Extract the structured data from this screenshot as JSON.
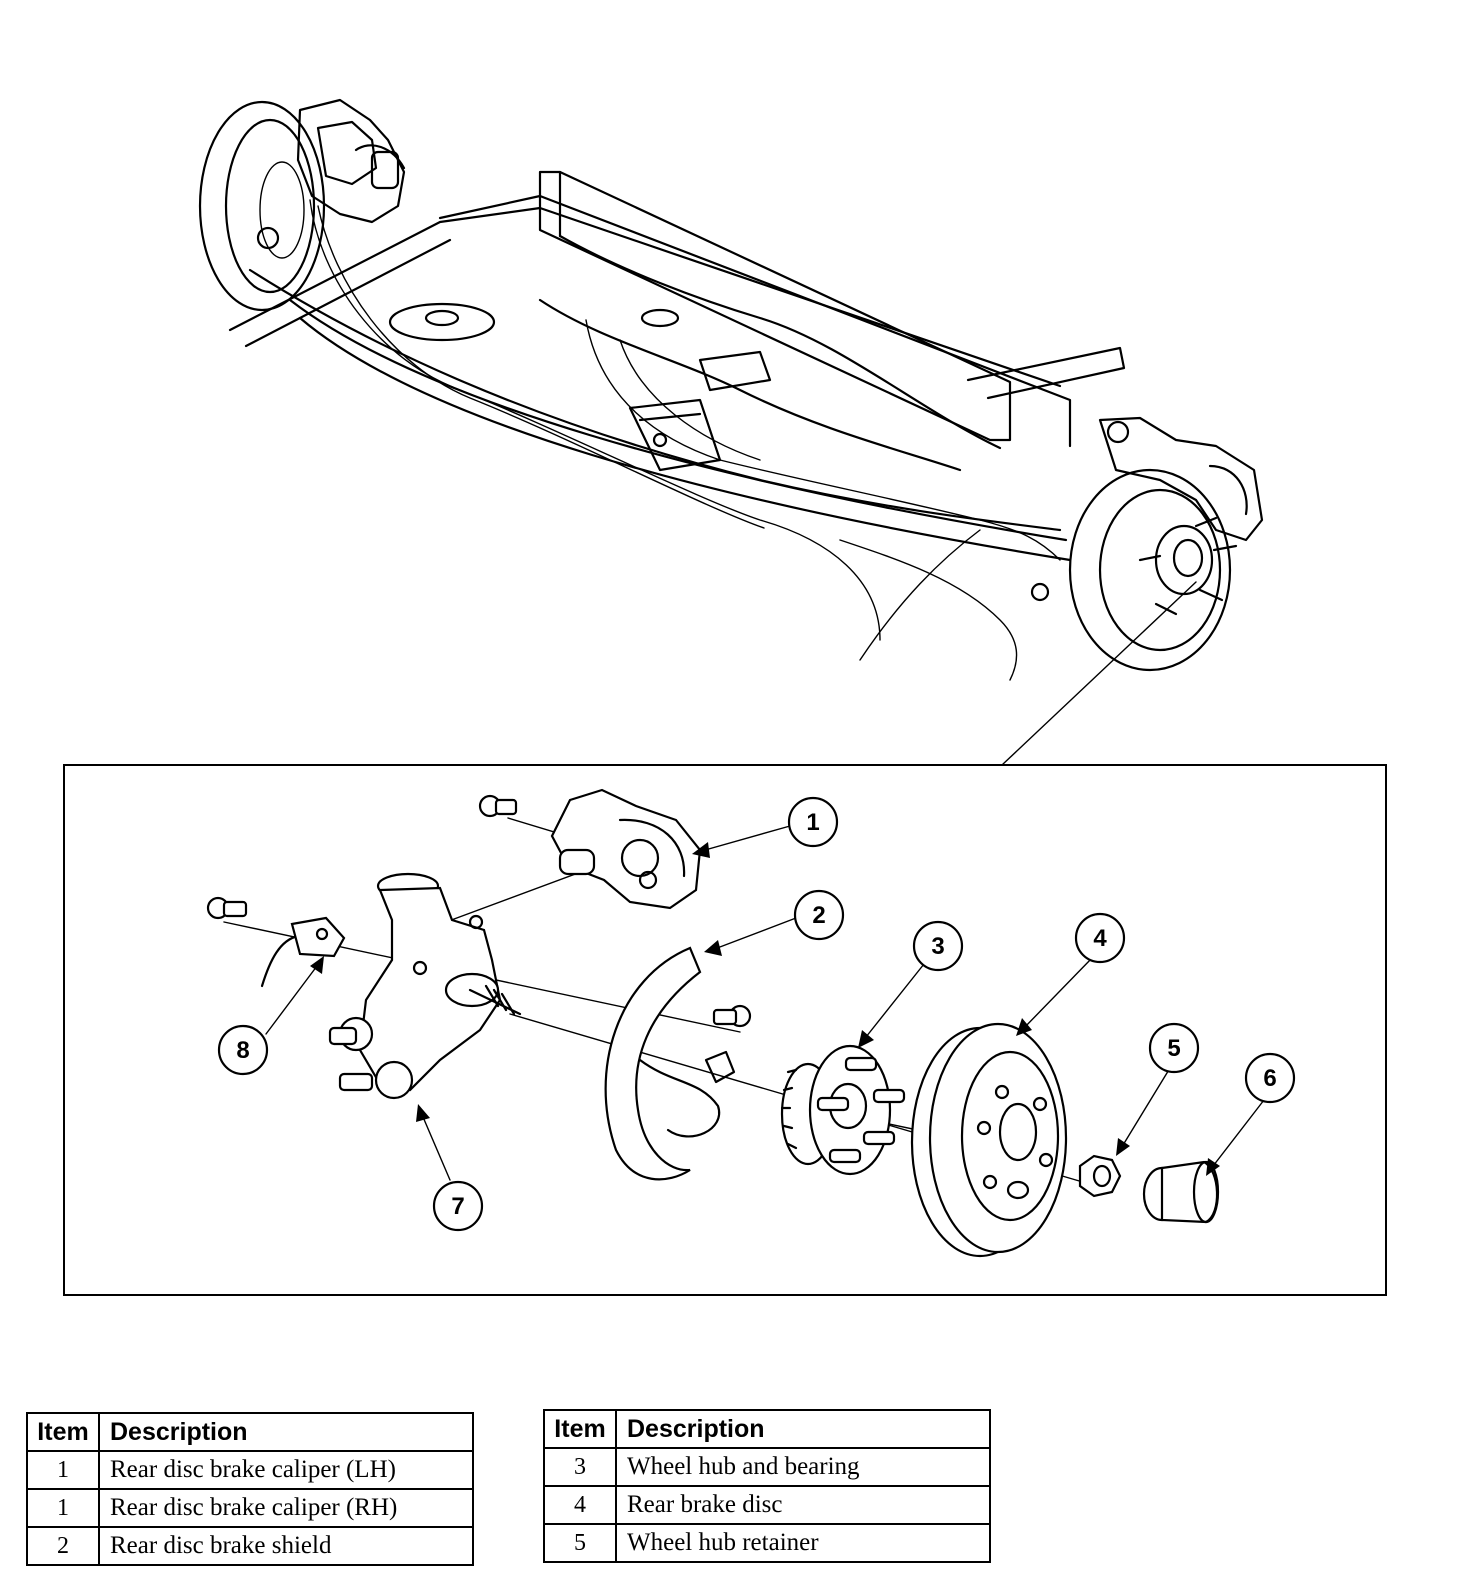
{
  "callouts": [
    "1",
    "2",
    "3",
    "4",
    "5",
    "6",
    "7",
    "8"
  ],
  "legend_left": {
    "headers": [
      "Item",
      "Description"
    ],
    "rows": [
      {
        "item": "1",
        "description": "Rear disc brake caliper (LH)"
      },
      {
        "item": "1",
        "description": "Rear disc brake caliper (RH)"
      },
      {
        "item": "2",
        "description": "Rear disc brake shield"
      }
    ]
  },
  "legend_right": {
    "headers": [
      "Item",
      "Description"
    ],
    "rows": [
      {
        "item": "3",
        "description": "Wheel hub and bearing"
      },
      {
        "item": "4",
        "description": "Rear brake disc"
      },
      {
        "item": "5",
        "description": "Wheel hub retainer"
      }
    ]
  }
}
